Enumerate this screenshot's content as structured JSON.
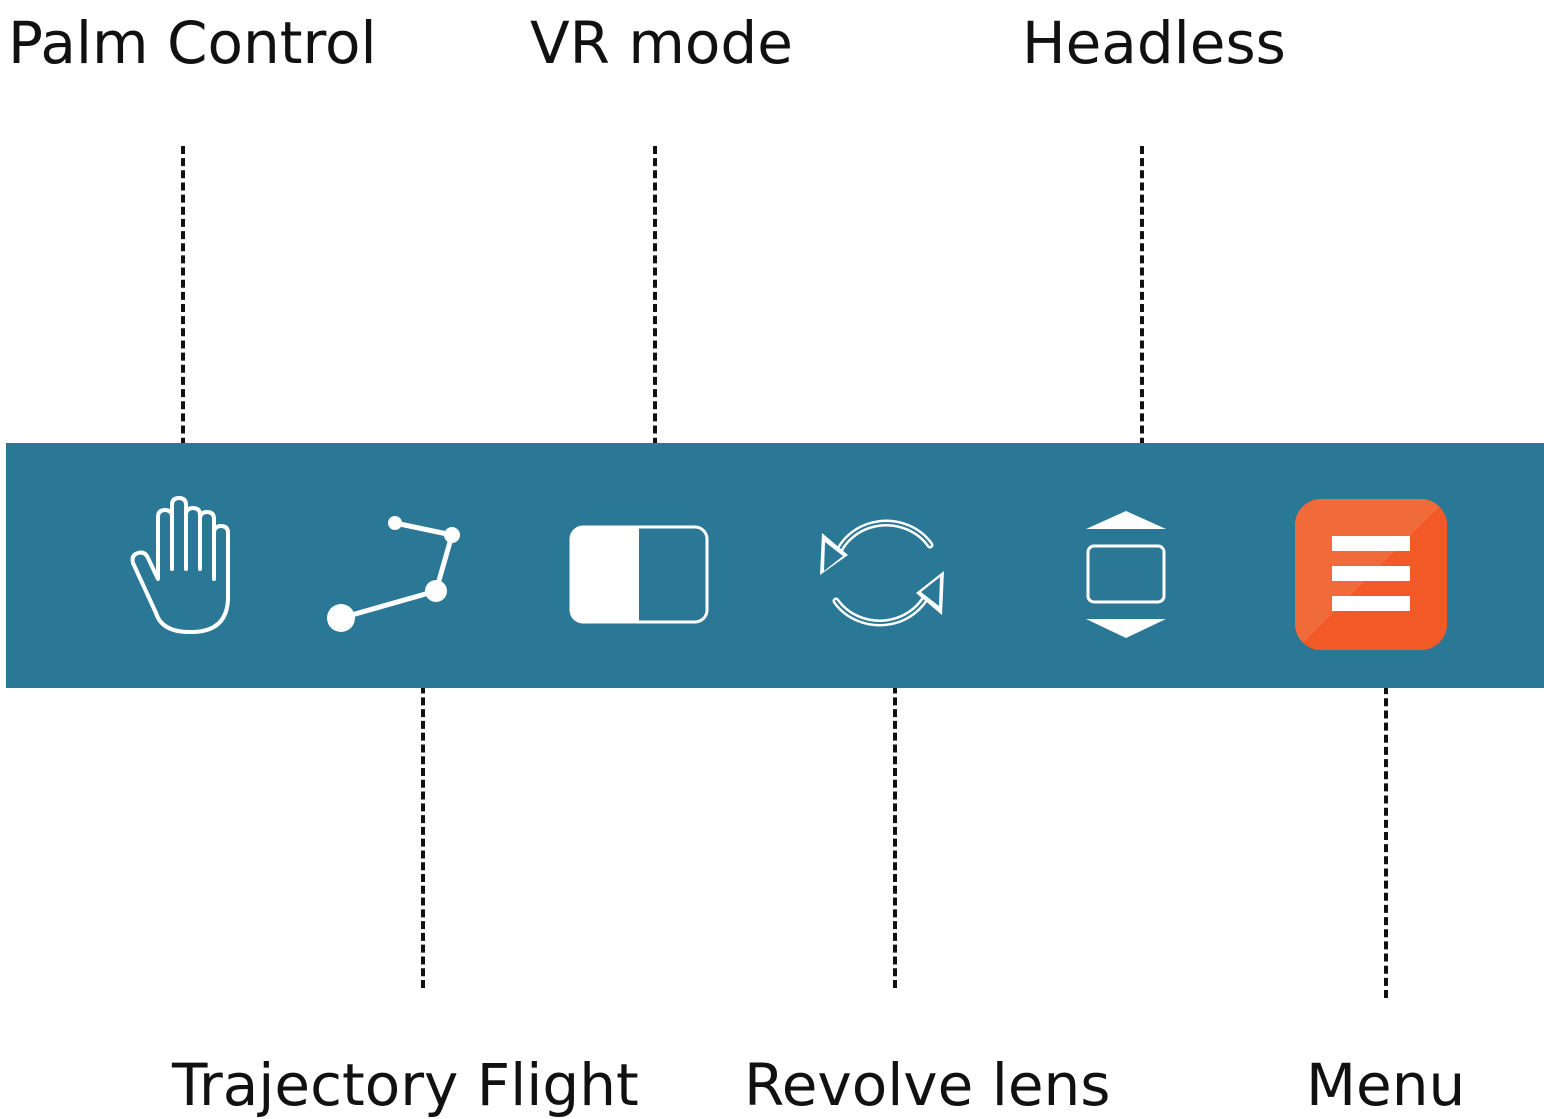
{
  "toolbar": {
    "background_color": "#2a7896",
    "items": [
      {
        "id": "palm-control",
        "icon": "hand-icon",
        "label": "Palm Control"
      },
      {
        "id": "trajectory-flight",
        "icon": "trajectory-icon",
        "label": "Trajectory Flight"
      },
      {
        "id": "vr-mode",
        "icon": "vr-mode-icon",
        "label": "VR mode"
      },
      {
        "id": "revolve-lens",
        "icon": "rotate-camera-icon",
        "label": "Revolve lens"
      },
      {
        "id": "headless",
        "icon": "headless-icon",
        "label": "Headless"
      },
      {
        "id": "menu",
        "icon": "menu-icon",
        "label": "Menu",
        "accent_color": "#f06a3a"
      }
    ]
  }
}
